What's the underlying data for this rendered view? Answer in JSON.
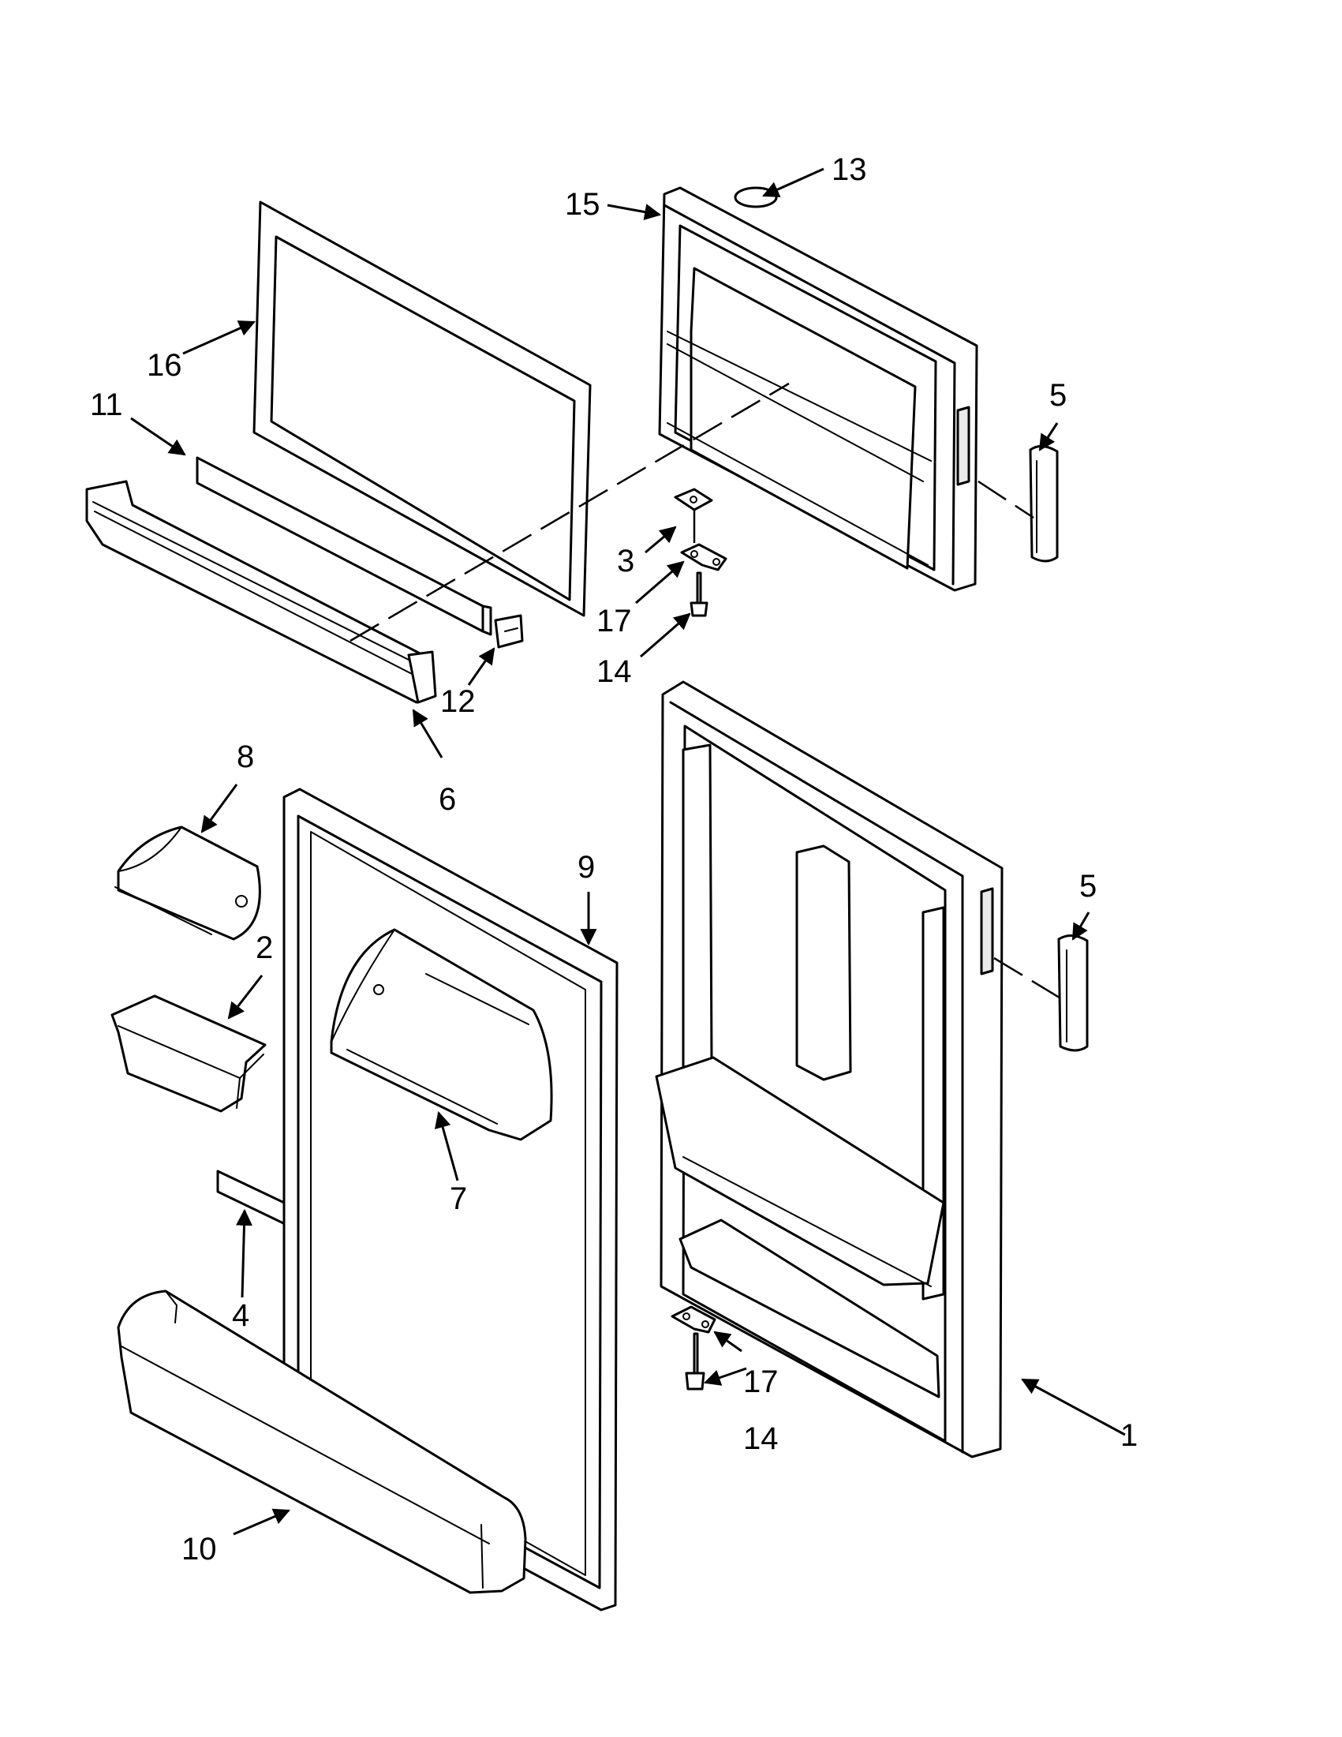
{
  "callouts": {
    "c1": "1",
    "c2": "2",
    "c3": "3",
    "c4": "4",
    "c5a": "5",
    "c5b": "5",
    "c6": "6",
    "c7": "7",
    "c8": "8",
    "c9": "9",
    "c10": "10",
    "c11": "11",
    "c12": "12",
    "c13": "13",
    "c14a": "14",
    "c14b": "14",
    "c15": "15",
    "c16": "16",
    "c17a": "17",
    "c17b": "17"
  },
  "parts": [
    "freezer-door-gasket",
    "freezer-shelf-trim",
    "freezer-door-shelf",
    "shelf-end-cap",
    "freezer-door",
    "freezer-door-plug",
    "freezer-handle-trim",
    "hinge-shim",
    "hinge-bracket",
    "hinge-screw",
    "dairy-door",
    "dairy-bin",
    "door-bin",
    "door-shelf-trim",
    "door-gasket",
    "gallon-bin",
    "fresh-food-door",
    "fresh-food-handle-trim",
    "bottom-hinge-bracket",
    "bottom-hinge-screw"
  ],
  "colors": {
    "line": "#000000",
    "background": "#ffffff"
  }
}
